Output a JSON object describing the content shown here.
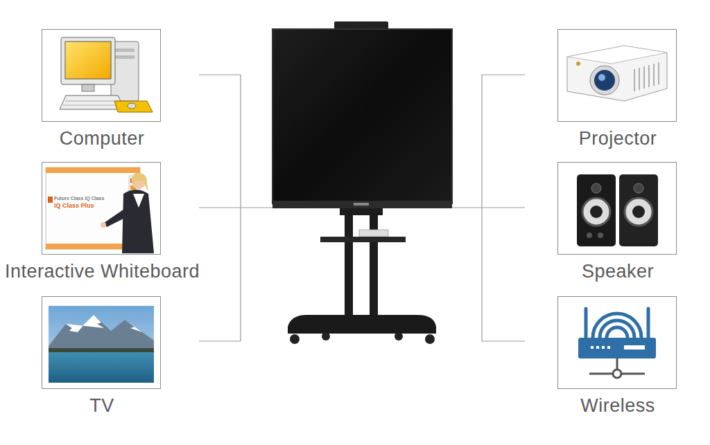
{
  "diagram": {
    "nodes": [
      {
        "text": [
          "Computer"
        ]
      },
      {
        "text": [
          "Interactive Whiteboard"
        ]
      },
      {
        "text": [
          "TV"
        ]
      },
      {
        "text": [
          "Projector"
        ]
      },
      {
        "text": [
          "Speaker"
        ]
      },
      {
        "text": [
          "Wireless"
        ]
      }
    ],
    "labels": [
      "Future Class IQ Class",
      "IQ Class Plus"
    ]
  }
}
